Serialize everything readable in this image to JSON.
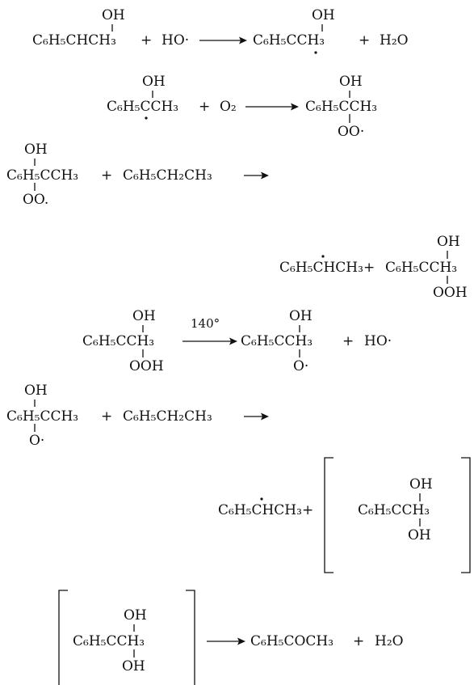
{
  "reactions": [
    {
      "oh": "OH",
      "reactant": "C₆H₅CHCH₃",
      "plus1": "+",
      "reagent": "HO·",
      "product_oh": "OH",
      "product": "C₆H₅CCH₃",
      "plus2": "+",
      "byproduct": "H₂O"
    },
    {
      "oh": "OH",
      "reactant": "C₆H₅CCH₃",
      "plus": "+",
      "reagent": "O₂",
      "product_oh": "OH",
      "product": "C₆H₅CCH₃",
      "product_sub": "OO·"
    },
    {
      "oh": "OH",
      "reactant": "C₆H₅CCH₃",
      "reactant_sub": "OO.",
      "plus": "+",
      "reagent": "C₆H₅CH₂CH₃",
      "product1": "C₆H₅CHCH₃",
      "plus2": "+",
      "product2_oh": "OH",
      "product2": "C₆H₅CCH₃",
      "product2_sub": "OOH"
    },
    {
      "oh": "OH",
      "reactant": "C₆H₅CCH₃",
      "reactant_sub": "OOH",
      "condition": "140°",
      "product_oh": "OH",
      "product": "C₆H₅CCH₃",
      "product_sub": "O·",
      "plus": "+",
      "byproduct": "HO·"
    },
    {
      "oh": "OH",
      "reactant": "C₆H₅CCH₃",
      "reactant_sub": "O·",
      "plus": "+",
      "reagent": "C₆H₅CH₂CH₃",
      "product1": "C₆H₅CHCH₃",
      "plus2": "+",
      "product2_oh": "OH",
      "product2": "C₆H₅CCH₃",
      "product2_sub": "OH"
    },
    {
      "oh": "OH",
      "reactant": "C₆H₅CCH₃",
      "reactant_sub": "OH",
      "product": "C₆H₅COCH₃",
      "plus": "+",
      "byproduct": "H₂O"
    }
  ]
}
